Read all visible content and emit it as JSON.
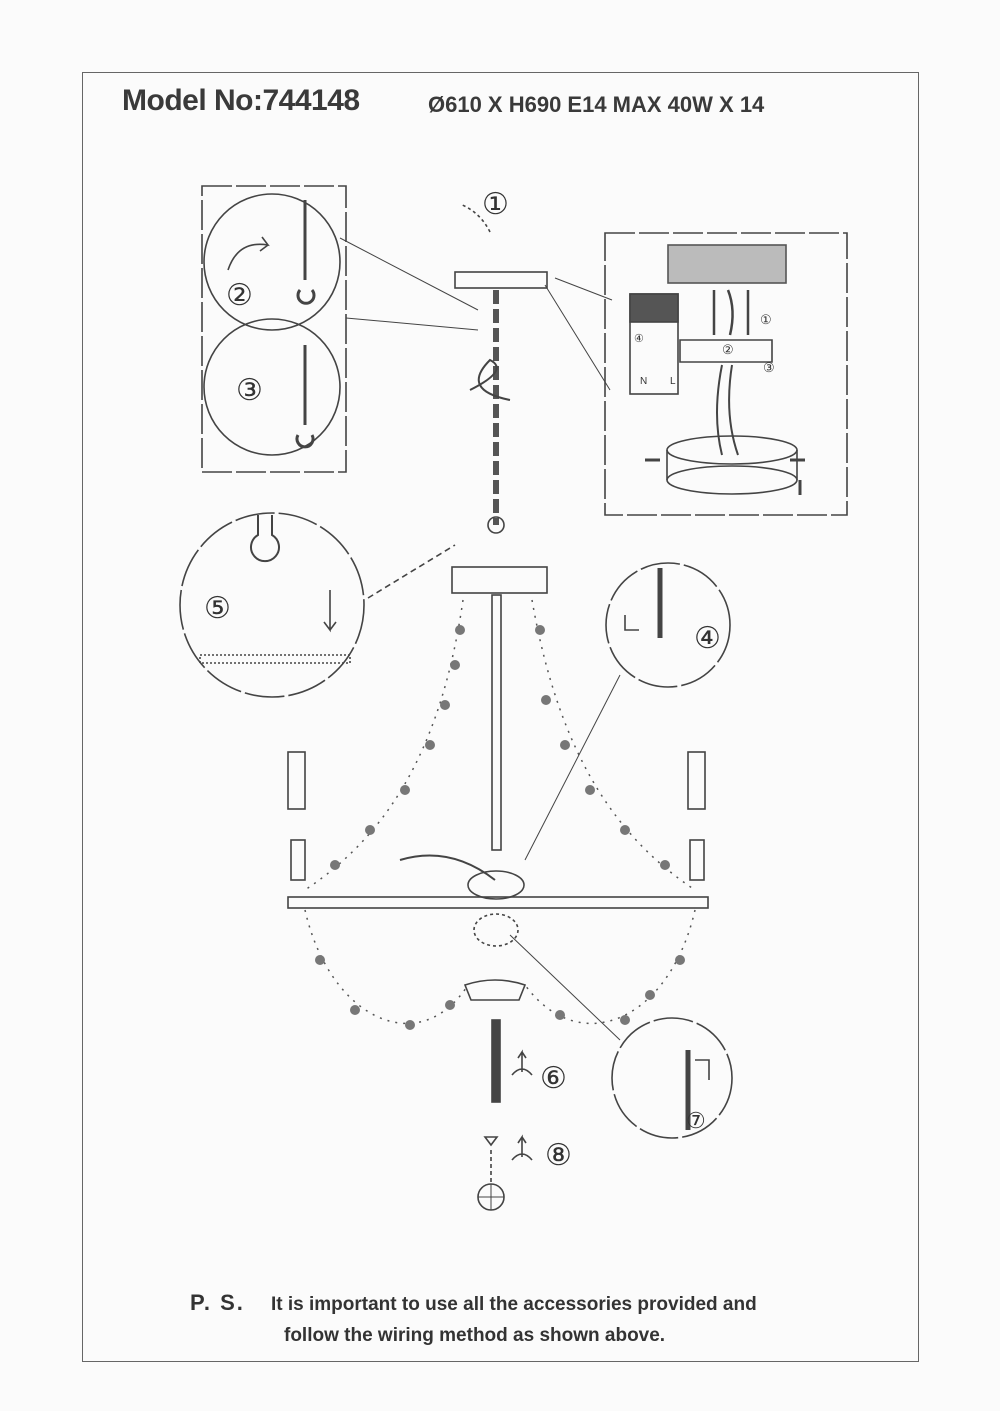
{
  "header": {
    "model": "Model No:744148",
    "specs": "Ø610 X H690  E14  MAX 40W X 14"
  },
  "steps": [
    "①",
    "②",
    "③",
    "④",
    "⑤",
    "⑥",
    "⑦",
    "⑧"
  ],
  "wiring": {
    "neutral": "N",
    "live": "L",
    "substeps": [
      "①",
      "②",
      "③",
      "④"
    ]
  },
  "footer": {
    "ps": "P. S.",
    "line1": "It is important to use all the accessories provided and",
    "line2": "follow the wiring method as shown above."
  }
}
